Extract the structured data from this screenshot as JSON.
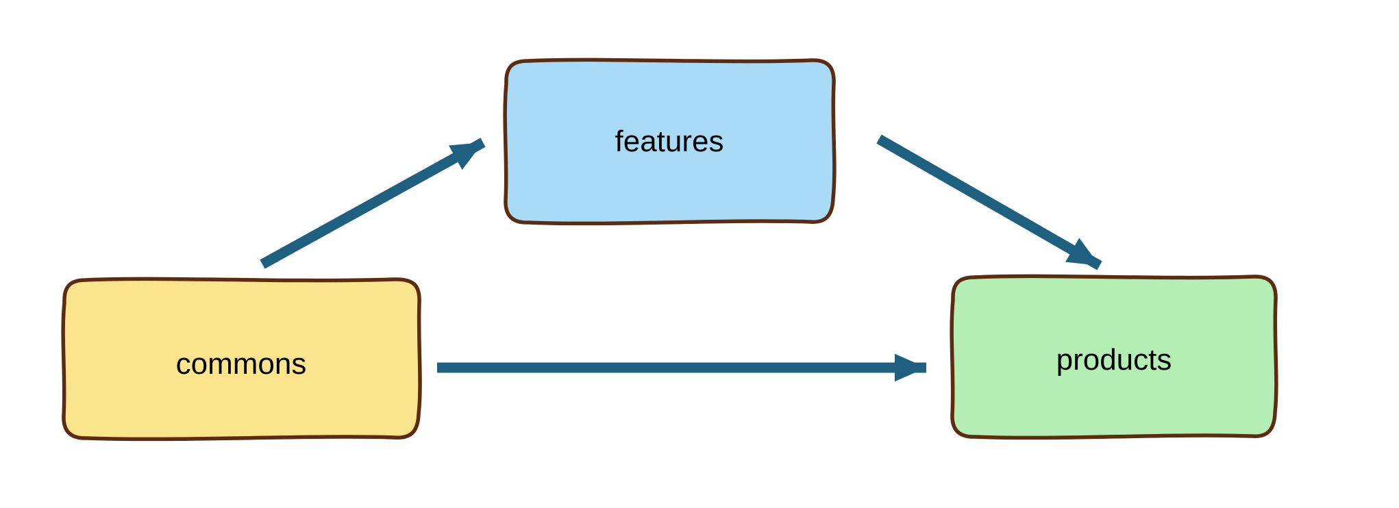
{
  "diagram": {
    "background": "#ffffff",
    "border_color": "#5b2c10",
    "arrow_color": "#1f5f80",
    "label_color": "#000000",
    "nodes": [
      {
        "id": "commons",
        "label": "commons",
        "fill": "#fae48c"
      },
      {
        "id": "features",
        "label": "features",
        "fill": "#a9daf8"
      },
      {
        "id": "products",
        "label": "products",
        "fill": "#b4eeb4"
      }
    ],
    "edges": [
      {
        "from": "commons",
        "to": "features"
      },
      {
        "from": "features",
        "to": "products"
      },
      {
        "from": "commons",
        "to": "products"
      }
    ]
  }
}
